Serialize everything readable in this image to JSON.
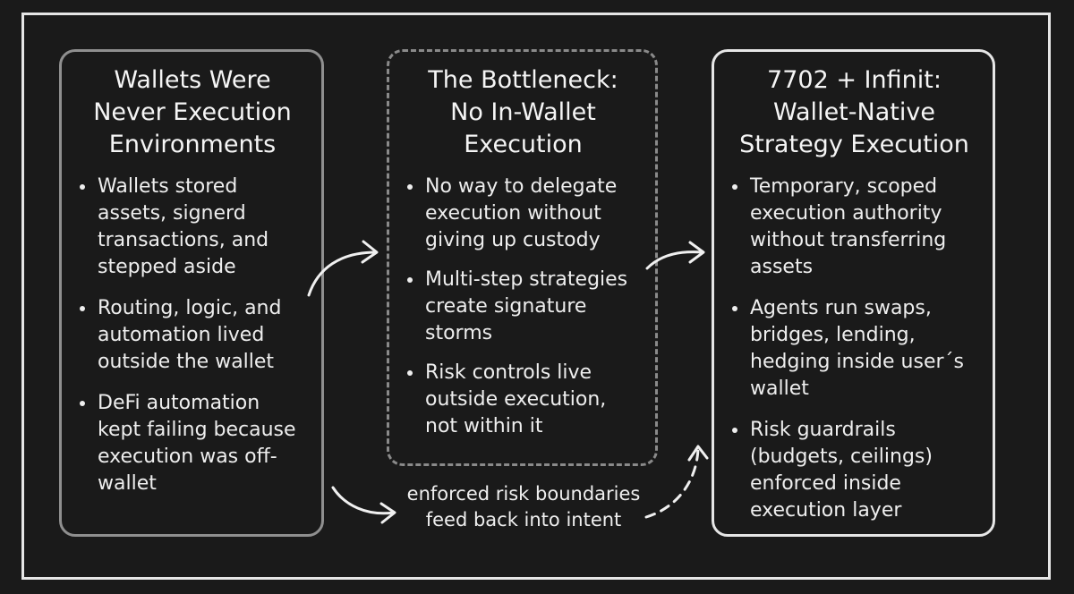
{
  "columns": [
    {
      "title_lines": [
        "Wallets Were",
        "Never Execution",
        "Environments"
      ],
      "bullets": [
        "Wallets stored assets, signerd transactions, and stepped aside",
        "Routing, logic, and automation lived outside the wallet",
        "DeFi automation kept failing because execution was off-wallet"
      ]
    },
    {
      "title_lines": [
        "The Bottleneck:",
        "No In-Wallet",
        "Execution"
      ],
      "bullets": [
        "No way to delegate execution without giving up custody",
        "Multi-step strategies create signature storms",
        "Risk controls live outside execution, not within it"
      ]
    },
    {
      "title_lines": [
        "7702 + Infinit:",
        "Wallet-Native",
        "Strategy Execution"
      ],
      "bullets": [
        "Temporary, scoped execution authority without transferring assets",
        "Agents run swaps, bridges, lending, hedging inside user´s wallet",
        "Risk guardrails (budgets, ceilings) enforced inside execution layer"
      ]
    }
  ],
  "feedback_label": [
    "enforced risk boundaries",
    "feed back into intent"
  ]
}
